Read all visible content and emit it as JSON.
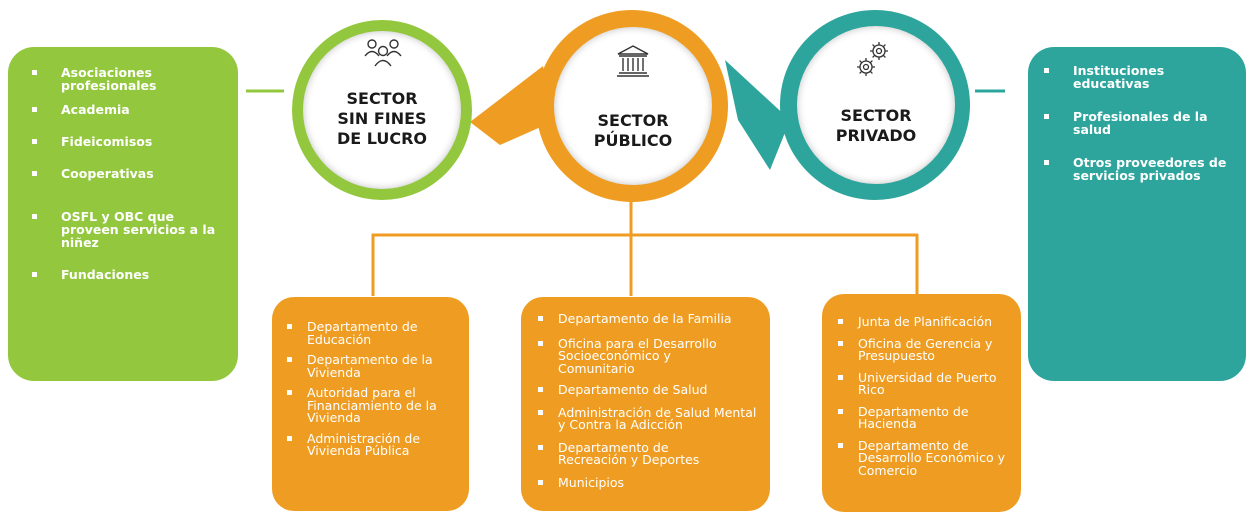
{
  "colors": {
    "green": "#93c83e",
    "orange": "#ef9d22",
    "teal": "#2ea59c"
  },
  "left_panel": {
    "items": [
      "Asociaciones profesionales",
      "Academia",
      "Fideicomisos",
      "Cooperativas",
      "OSFL  y OBC que proveen servicios a la niñez",
      "Fundaciones"
    ]
  },
  "right_panel": {
    "items": [
      "Instituciones educativas",
      "Profesionales de la salud",
      "Otros proveedores de servicios privados"
    ]
  },
  "circles": {
    "nonprofit": {
      "title": "SECTOR\nSIN FINES\nDE LUCRO",
      "icon": "people-icon"
    },
    "public": {
      "title": "SECTOR\nPÚBLICO",
      "icon": "government-building-icon"
    },
    "private": {
      "title": "SECTOR\nPRIVADO",
      "icon": "gears-icon"
    }
  },
  "boxes": {
    "left": [
      "Departamento de Educación",
      "Departamento de la Vivienda",
      "Autoridad para el Financiamiento de la Vivienda",
      "Administración de Vivienda Pública"
    ],
    "middle": [
      "Departamento de la Familia",
      "Oficina para el Desarrollo Socioeconómico y Comunitario",
      "Departamento de Salud",
      "Administración de Salud Mental y Contra la Adicción",
      "Departamento de Recreación y Deportes",
      "Municipios"
    ],
    "right": [
      "Junta de Planificación",
      "Oficina de Gerencia y Presupuesto",
      "Universidad de Puerto Rico",
      "Departamento de Hacienda",
      "Departamento de Desarrollo Económico y Comercio"
    ]
  }
}
